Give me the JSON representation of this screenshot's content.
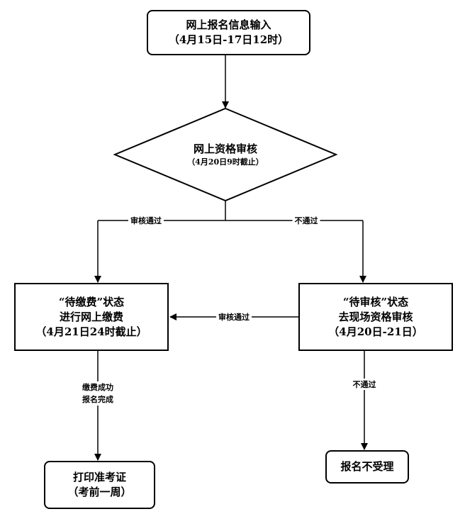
{
  "nodes": {
    "online_entry": {
      "line1": "网上报名信息输入",
      "line2": "（4月15日-17日12时）"
    },
    "online_review": {
      "line1": "网上资格审核",
      "line2": "（4月20日9时截止）"
    },
    "pending_payment": {
      "line1": "“待缴费”状态",
      "line2": "进行网上缴费",
      "line3": "（4月21日24时截止）"
    },
    "pending_review": {
      "line1": "“待审核”状态",
      "line2": "去现场资格审核",
      "line3": "（4月20日-21日）"
    },
    "print_ticket": {
      "line1": "打印准考证",
      "line2": "（考前一周）"
    },
    "rejected": {
      "line1": "报名不受理"
    }
  },
  "edges": {
    "review_passed": "审核通过",
    "review_failed": "不通过",
    "onsite_passed": "审核通过",
    "onsite_failed": "不通过",
    "payment_done_line1": "缴费成功",
    "payment_done_line2": "报名完成"
  }
}
